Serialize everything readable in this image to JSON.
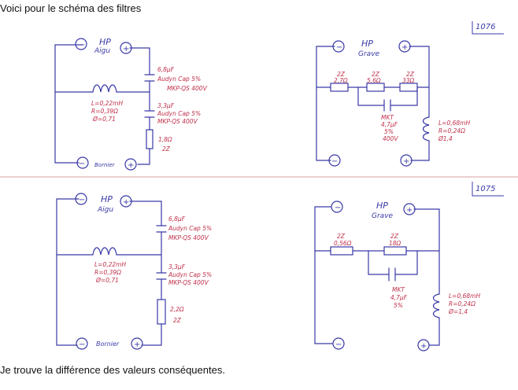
{
  "post": {
    "intro": "Voici pour le schéma des filtres",
    "outro": "Je trouve la différence des valeurs conséquentes."
  },
  "sheet": {
    "ink_blue": "#3a3aa8",
    "ink_red": "#c0304a",
    "sep_color": "#d7a0a0",
    "top_left": {
      "hp": "HP",
      "hp_sub": "Aigu",
      "minus": "−",
      "plus": "+",
      "cap1": [
        "6,8µF",
        "Audyn Cap 5%",
        "MKP-QS 400V"
      ],
      "cap2": [
        "3,3µF",
        "Audyn Cap 5%",
        "MKP-QS 400V"
      ],
      "coil": [
        "L=0,22mH",
        "R=0,39Ω",
        "Ø=0,71"
      ],
      "res": [
        "1,8Ω",
        "2Z"
      ],
      "bottom_label": "Bornier"
    },
    "top_right": {
      "ref": "1076",
      "hp": "HP",
      "hp_sub": "Grave",
      "minus": "−",
      "plus": "+",
      "r1": [
        "2Z",
        "2,7Ω"
      ],
      "r2": [
        "2Z",
        "5,6Ω"
      ],
      "r3": [
        "2Z",
        "33Ω"
      ],
      "cap": [
        "MKT",
        "4,7µF",
        "5%",
        "400V"
      ],
      "coil": [
        "L=0,68mH",
        "R=0,24Ω",
        "Ø1,4"
      ]
    },
    "bottom_left": {
      "hp": "HP",
      "hp_sub": "Aigu",
      "minus": "−",
      "plus": "+",
      "cap1": [
        "6,8µF",
        "Audyn Cap 5%",
        "MKP-QS 400V"
      ],
      "cap2": [
        "3,3µF",
        "Audyn Cap 5%",
        "MKP-QS 400V"
      ],
      "coil": [
        "L=0,22mH",
        "R=0,39Ω",
        "Ø=0,71"
      ],
      "res": [
        "2,2Ω",
        "2Z"
      ],
      "bottom_label": "Bornier"
    },
    "bottom_right": {
      "ref": "1075",
      "hp": "HP",
      "hp_sub": "Grave",
      "minus": "−",
      "plus": "+",
      "r1": [
        "2Z",
        "0,56Ω"
      ],
      "r2": [
        "2Z",
        "18Ω"
      ],
      "cap": [
        "MKT",
        "4,7µF",
        "5%"
      ],
      "coil": [
        "L=0,68mH",
        "R=0,24Ω",
        "Ø=1,4"
      ]
    }
  }
}
